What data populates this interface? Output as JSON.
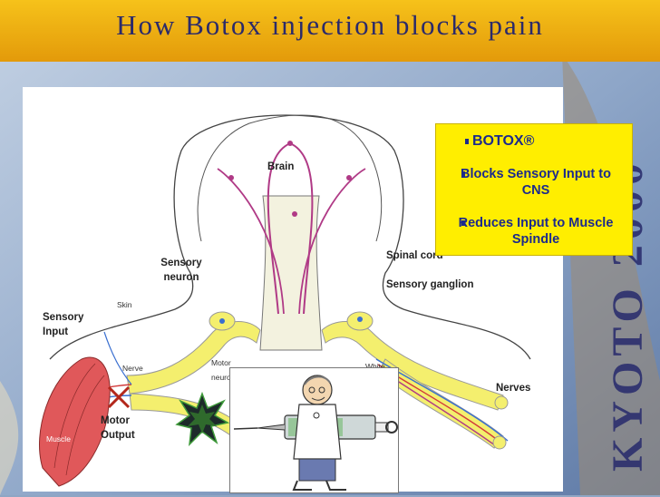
{
  "slide": {
    "title": "How Botox injection blocks pain",
    "side_text": "KYOTO 2000"
  },
  "diagram": {
    "labels": {
      "brain": "Brain",
      "spinal_cord": "Spinal cord",
      "sensory_ganglion": "Sensory ganglion",
      "sensory_neuron": "Sensory neuron",
      "skin": "Skin",
      "sensory_input": "Sensory Input",
      "nerve": "Nerve",
      "muscle": "Muscle",
      "motor_output": "Motor Output",
      "nerves": "Nerves",
      "motor_neuron": "Motor neuron",
      "white_matter": "White matter"
    }
  },
  "callout": {
    "items": [
      "BOTOX®",
      "Blocks Sensory Input to CNS",
      "Reduces Input to Muscle Spindle"
    ]
  },
  "colors": {
    "title_bar": "#f6c21a",
    "title_text": "#2b2a6a",
    "callout_bg": "#ffee00",
    "callout_text": "#1c2a8c",
    "nerve_fill": "#f4ef6e",
    "pathway": "#b03a86",
    "block_mark": "#b3271b"
  },
  "icons": [
    "cross-mark-icon",
    "explosion-icon"
  ]
}
